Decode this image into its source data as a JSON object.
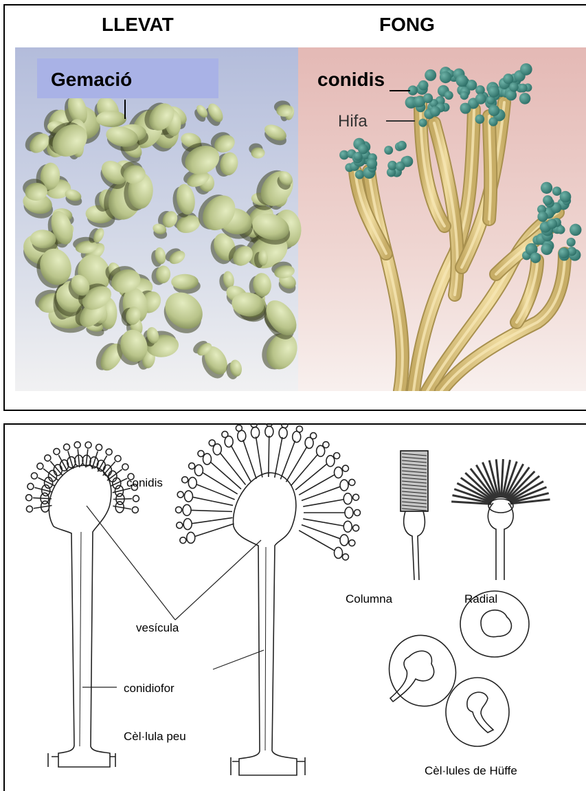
{
  "top": {
    "yeast_heading": "LLEVAT",
    "fungus_heading": "FONG",
    "budding_label": "Gemació",
    "conidia_label": "conidis",
    "hypha_label": "Hifa"
  },
  "bottom": {
    "conidia": "conidis",
    "vesicle": "vesícula",
    "conidiophore": "conidiofor",
    "foot_cell": "Cèl·lula peu",
    "column": "Columna",
    "radial": "Radial",
    "hulle_cells": "Cèl·lules de Hüffe"
  },
  "colors": {
    "yeast_bg": "#b9c3dc",
    "fungus_bg": "#e8c4c0",
    "yeast_cell": "#c9d3a0",
    "hypha": "#e2cc8c",
    "spore": "#3f8c82",
    "label_box": "#a9b2e6"
  }
}
